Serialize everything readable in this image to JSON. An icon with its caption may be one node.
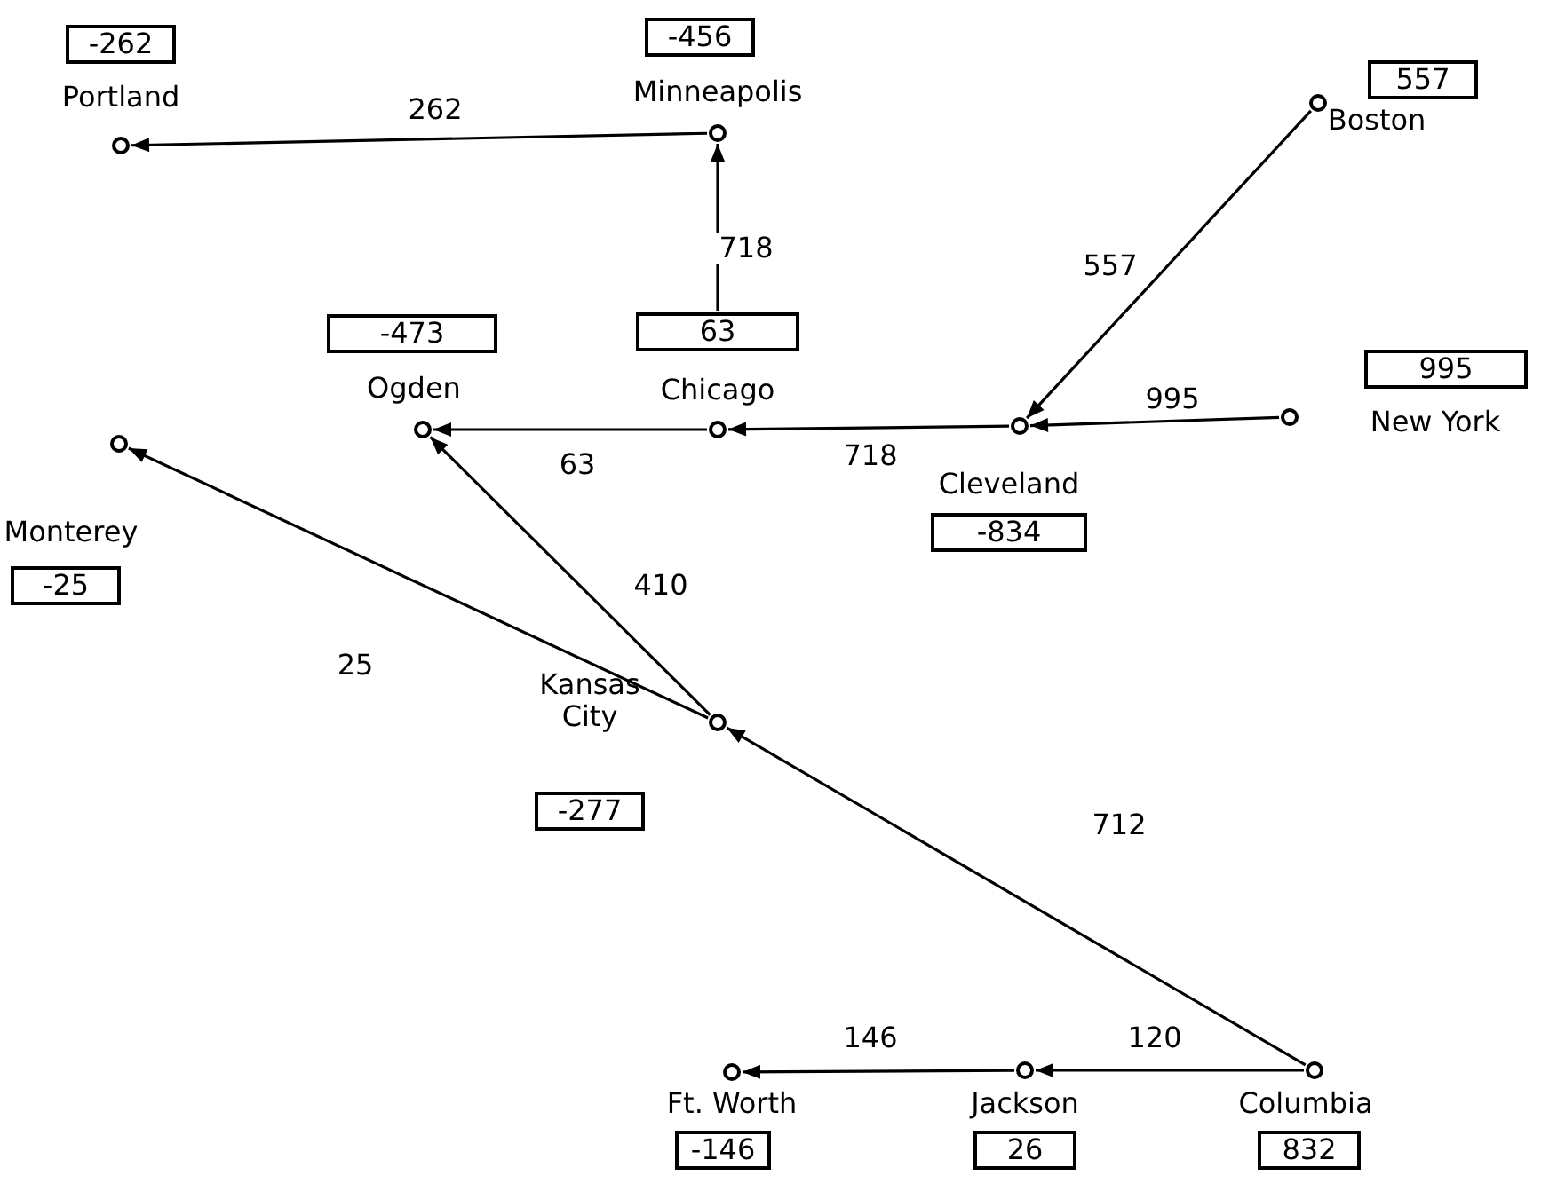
{
  "diagram": {
    "nodes": [
      {
        "text": [],
        "shape": "circle"
      },
      {
        "text": [
          "-262"
        ],
        "beside": [
          "Portland"
        ]
      },
      {
        "text": [],
        "shape": "circle"
      },
      {
        "text": [
          "-456"
        ],
        "beside": [
          "Minneapolis"
        ]
      },
      {
        "text": [],
        "shape": "circle"
      },
      {
        "text": [
          "557"
        ],
        "beside": [
          "Boston"
        ]
      },
      {
        "text": [],
        "shape": "circle"
      },
      {
        "text": [
          "-473"
        ],
        "beside": [
          "Ogden"
        ]
      },
      {
        "text": [],
        "shape": "circle"
      },
      {
        "text": [
          "63"
        ],
        "beside": [
          "Chicago"
        ]
      },
      {
        "text": [],
        "shape": "circle"
      },
      {
        "text": [
          "-834"
        ],
        "beside": [
          "Cleveland"
        ]
      },
      {
        "text": [],
        "shape": "circle"
      },
      {
        "text": [
          "995"
        ],
        "beside": [
          "New York"
        ]
      },
      {
        "text": [],
        "shape": "circle"
      },
      {
        "text": [
          "-25"
        ],
        "beside": [
          "Monterey"
        ]
      },
      {
        "text": [],
        "shape": "circle"
      },
      {
        "text": [
          "-277"
        ],
        "beside": [
          "Kansas City"
        ]
      },
      {
        "text": [],
        "shape": "circle"
      },
      {
        "text": [
          "-146"
        ],
        "beside": [
          "Ft. Worth"
        ]
      },
      {
        "text": [],
        "shape": "circle"
      },
      {
        "text": [
          "26"
        ],
        "beside": [
          "Jackson"
        ]
      },
      {
        "text": [],
        "shape": "circle"
      },
      {
        "text": [
          "832"
        ],
        "beside": [
          "Columbia"
        ]
      }
    ],
    "edges": [
      {
        "from": 2,
        "to": 0,
        "arrow": "to",
        "label": "262"
      },
      {
        "from": 9,
        "to": 2,
        "arrow": "to",
        "label": "718"
      },
      {
        "from": 4,
        "to": 10,
        "arrow": "to",
        "label": "557"
      },
      {
        "from": 12,
        "to": 10,
        "arrow": "to",
        "label": "995"
      },
      {
        "from": 10,
        "to": 8,
        "arrow": "to",
        "label": "718"
      },
      {
        "from": 8,
        "to": 6,
        "arrow": "to",
        "label": "63"
      },
      {
        "from": 16,
        "to": 6,
        "arrow": "to",
        "label": "410"
      },
      {
        "from": 16,
        "to": 14,
        "arrow": "to",
        "label": "25"
      },
      {
        "from": 22,
        "to": 16,
        "arrow": "to",
        "label": "712"
      },
      {
        "from": 22,
        "to": 20,
        "arrow": "to",
        "label": "120"
      },
      {
        "from": 20,
        "to": 18,
        "arrow": "to",
        "label": "146"
      }
    ]
  }
}
